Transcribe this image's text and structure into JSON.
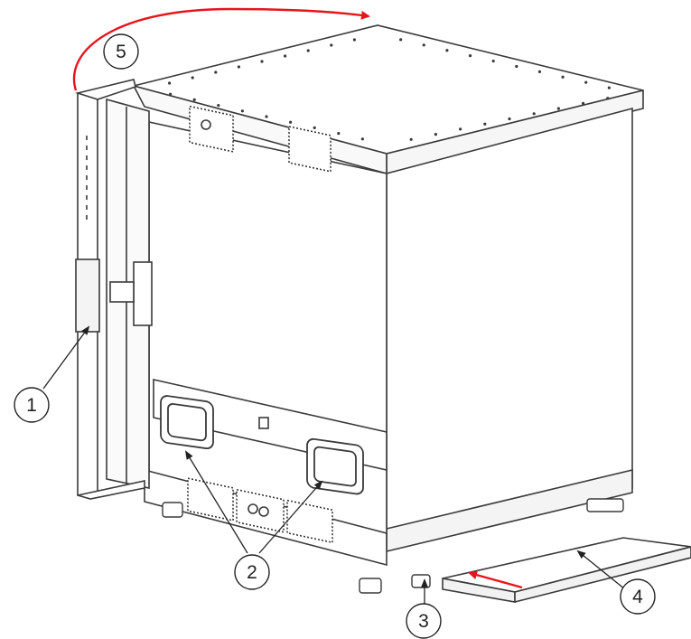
{
  "diagram": {
    "colors": {
      "outline": "#3a3a3a",
      "fill": "#ffffff",
      "shade": "#f2f2f2",
      "dots": "#3a3a3a",
      "arrow_red": "#e8141b"
    },
    "callouts": [
      {
        "id": "c1",
        "label": "1"
      },
      {
        "id": "c2",
        "label": "2"
      },
      {
        "id": "c3",
        "label": "3"
      },
      {
        "id": "c4",
        "label": "4"
      },
      {
        "id": "c5",
        "label": "5"
      }
    ]
  }
}
